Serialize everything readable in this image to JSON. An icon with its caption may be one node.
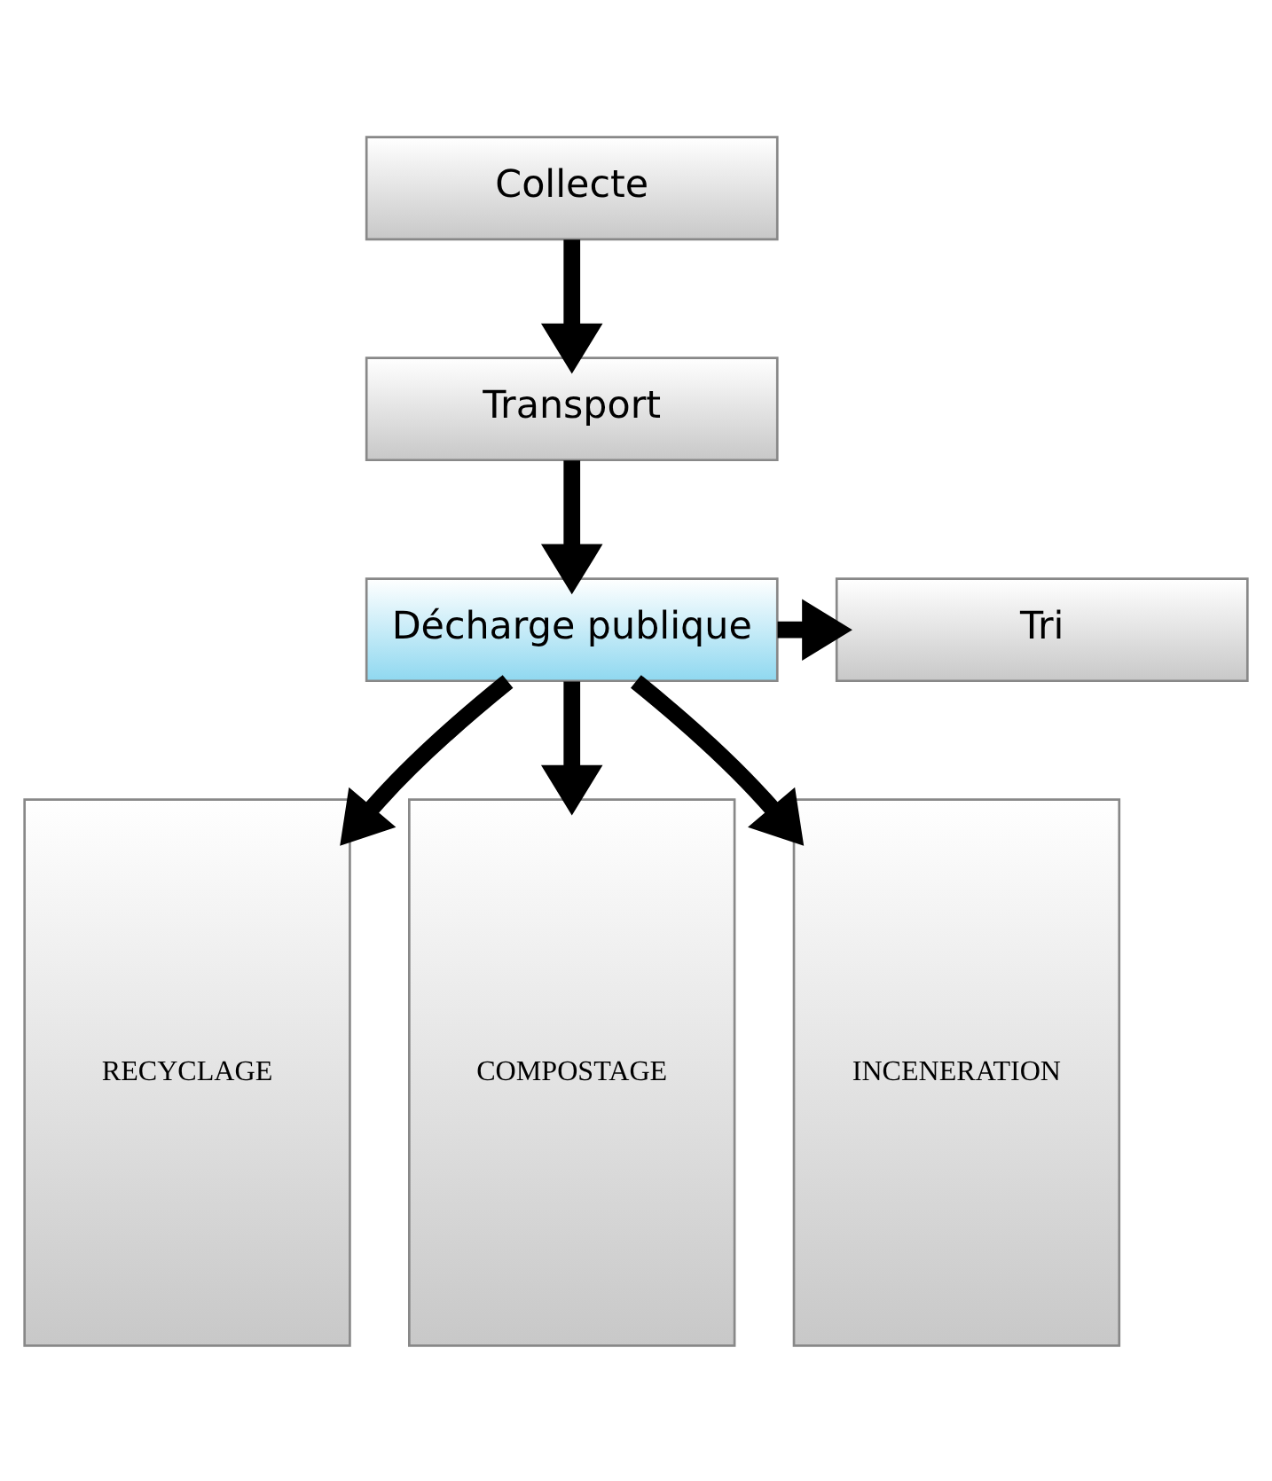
{
  "diagram": {
    "nodes": [
      {
        "text": [
          "Collecte"
        ]
      },
      {
        "text": [
          "Transport"
        ]
      },
      {
        "text": [
          "Décharge publique"
        ]
      },
      {
        "text": [
          "Tri"
        ]
      },
      {
        "text": [
          "RECYCLAGE"
        ]
      },
      {
        "text": [
          "COMPOSTAGE"
        ]
      },
      {
        "text": [
          "INCENERATION"
        ]
      }
    ],
    "edges": [
      {
        "from": 0,
        "to": 1,
        "arrow": "to"
      },
      {
        "from": 1,
        "to": 2,
        "arrow": "to"
      },
      {
        "from": 2,
        "to": 3,
        "arrow": "to"
      },
      {
        "from": 2,
        "to": 4,
        "arrow": "to"
      },
      {
        "from": 2,
        "to": 5,
        "arrow": "to"
      },
      {
        "from": 2,
        "to": 6,
        "arrow": "to"
      }
    ]
  }
}
